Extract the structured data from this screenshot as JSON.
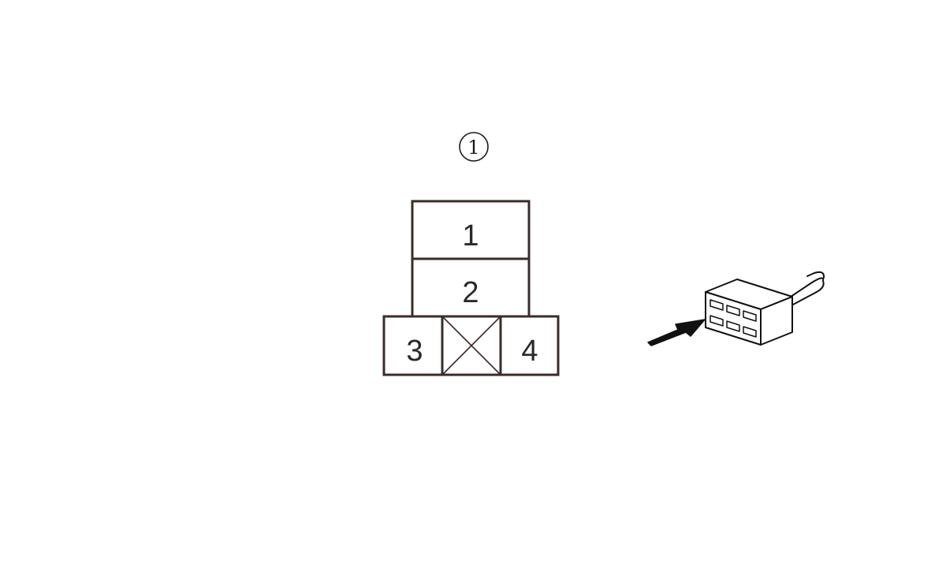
{
  "callout": {
    "number": "1"
  },
  "connector_face": {
    "pins": [
      {
        "label": "1"
      },
      {
        "label": "2"
      },
      {
        "label": "3"
      },
      {
        "label": "4"
      }
    ],
    "blank_cavity": "crossed-out"
  },
  "connector_illustration": {
    "icon": "connector-plug-icon",
    "cavities": 6,
    "pointer": "arrow-icon"
  },
  "colors": {
    "outline": "#3a2c2a",
    "pin_text": "#2a2a2a",
    "background": "#ffffff"
  }
}
